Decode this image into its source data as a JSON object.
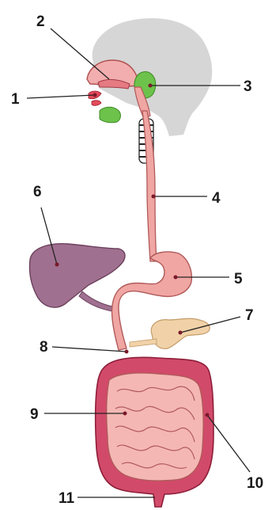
{
  "labels": {
    "l1": "1",
    "l2": "2",
    "l3": "3",
    "l4": "4",
    "l5": "5",
    "l6": "6",
    "l7": "7",
    "l8": "8",
    "l9": "9",
    "l10": "10",
    "l11": "11"
  },
  "colors": {
    "head": "#d3d3d3",
    "tract": "#f0a6a3",
    "tract_outline": "#b85a5a",
    "liver": "#a07090",
    "salivary_glands": "#6cc24a",
    "pancreas": "#f1d2a8",
    "large_intestine": "#d24a6a"
  }
}
